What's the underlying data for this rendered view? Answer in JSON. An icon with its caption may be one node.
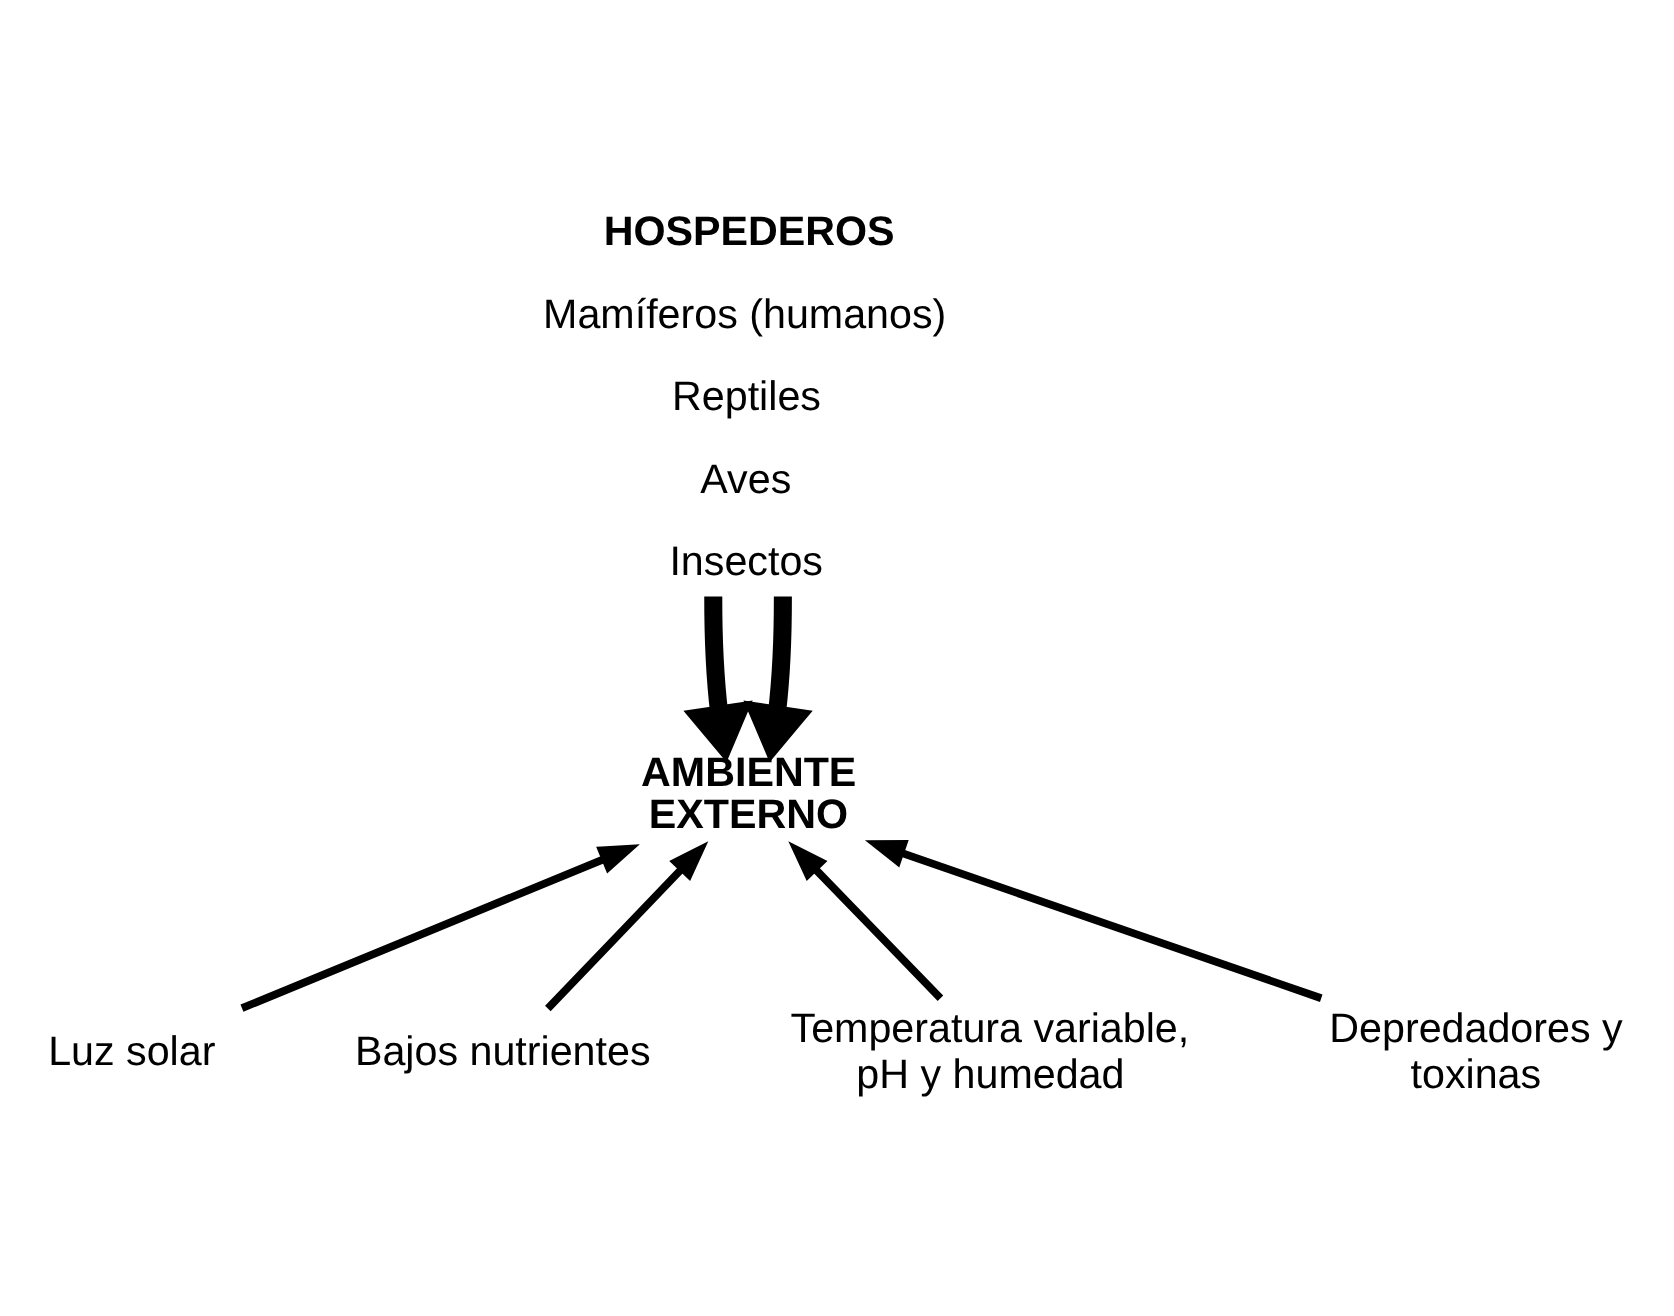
{
  "diagram": {
    "nodes": [
      {
        "text": [
          "HOSPEDEROS",
          "Mamíferos (humanos)",
          "Reptiles",
          "Aves",
          "Insectos"
        ]
      },
      {
        "text": [
          "AMBIENTE EXTERNO"
        ]
      },
      {
        "text": [
          "Luz solar"
        ]
      },
      {
        "text": [
          "Bajos nutrientes"
        ]
      },
      {
        "text": [
          "Temperatura variable, pH y humedad"
        ]
      },
      {
        "text": [
          "Depredadores y toxinas"
        ]
      }
    ],
    "edges": [
      {
        "from": 0,
        "to": 1,
        "arrow": "to",
        "style": "thick"
      },
      {
        "from": 0,
        "to": 1,
        "arrow": "to",
        "style": "thick"
      },
      {
        "from": 2,
        "to": 1,
        "arrow": "to"
      },
      {
        "from": 3,
        "to": 1,
        "arrow": "to"
      },
      {
        "from": 4,
        "to": 1,
        "arrow": "to"
      },
      {
        "from": 5,
        "to": 1,
        "arrow": "to"
      }
    ]
  }
}
